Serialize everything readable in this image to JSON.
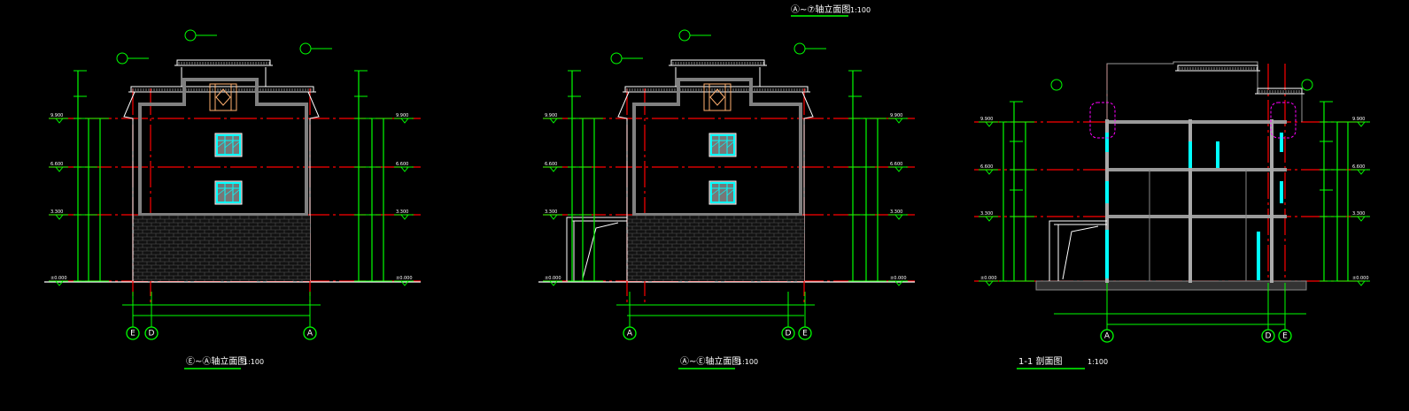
{
  "colors": {
    "background": "#000000",
    "grid_axis": "#ff0000",
    "dimension": "#00ff00",
    "wall": "#808080",
    "window": "#00ffff",
    "ornament": "#ffb070",
    "detail_callout": "#ff00ff",
    "outline": "#ffffff"
  },
  "top_title": {
    "label": "Ⓐ~⑦轴立面图",
    "scale": "1:100"
  },
  "drawings": [
    {
      "title": "Ⓔ~Ⓐ轴立面图",
      "scale": "1:100",
      "axes": [
        "E",
        "D",
        "A"
      ],
      "levels": [
        "9.900",
        "6.600",
        "3.300",
        "±0.000"
      ]
    },
    {
      "title": "Ⓐ~Ⓔ轴立面图",
      "scale": "1:100",
      "axes": [
        "A",
        "D",
        "E"
      ],
      "levels": [
        "9.900",
        "6.600",
        "3.300",
        "±0.000"
      ]
    },
    {
      "title": "1-1 剖面图",
      "scale": "1:100",
      "axes": [
        "A",
        "D",
        "E"
      ],
      "levels": [
        "9.900",
        "6.600",
        "3.300",
        "±0.000"
      ]
    }
  ]
}
